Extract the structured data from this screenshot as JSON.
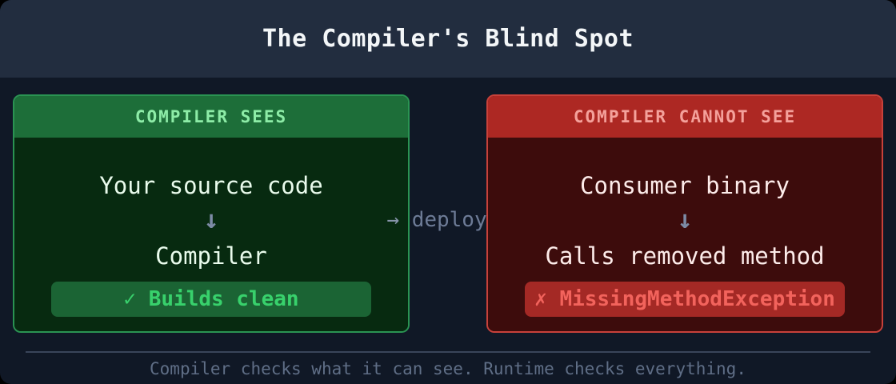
{
  "title": "The Compiler's Blind Spot",
  "panels": {
    "left": {
      "header": "COMPILER SEES",
      "line1": "Your source code",
      "arrow": "↓",
      "line2": "Compiler",
      "badge_icon": "✓",
      "badge_text": "Builds clean"
    },
    "right": {
      "header": "COMPILER CANNOT SEE",
      "line1": "Consumer binary",
      "arrow": "↓",
      "line2": "Calls removed method",
      "badge_icon": "✗",
      "badge_text": "MissingMethodException"
    }
  },
  "flow": {
    "arrow": "→",
    "label": "deploy"
  },
  "footer": {
    "caption": "Compiler checks what it can see. Runtime checks everything."
  },
  "colors": {
    "canvas_bg": "#101826",
    "titlebar_bg": "#222d3f",
    "green_header": "#1d6e39",
    "green_body": "#072a10",
    "green_border": "#2a9352",
    "green_badge_bg": "#1b6434",
    "green_badge_text": "#38d16c",
    "red_header": "#ad2823",
    "red_body": "#3d0c0c",
    "red_border": "#c8413a",
    "red_badge_bg": "#a42925",
    "red_badge_text": "#f2635c",
    "arrow_gray": "#7d8ba6",
    "footer_text": "#5f6e86"
  }
}
